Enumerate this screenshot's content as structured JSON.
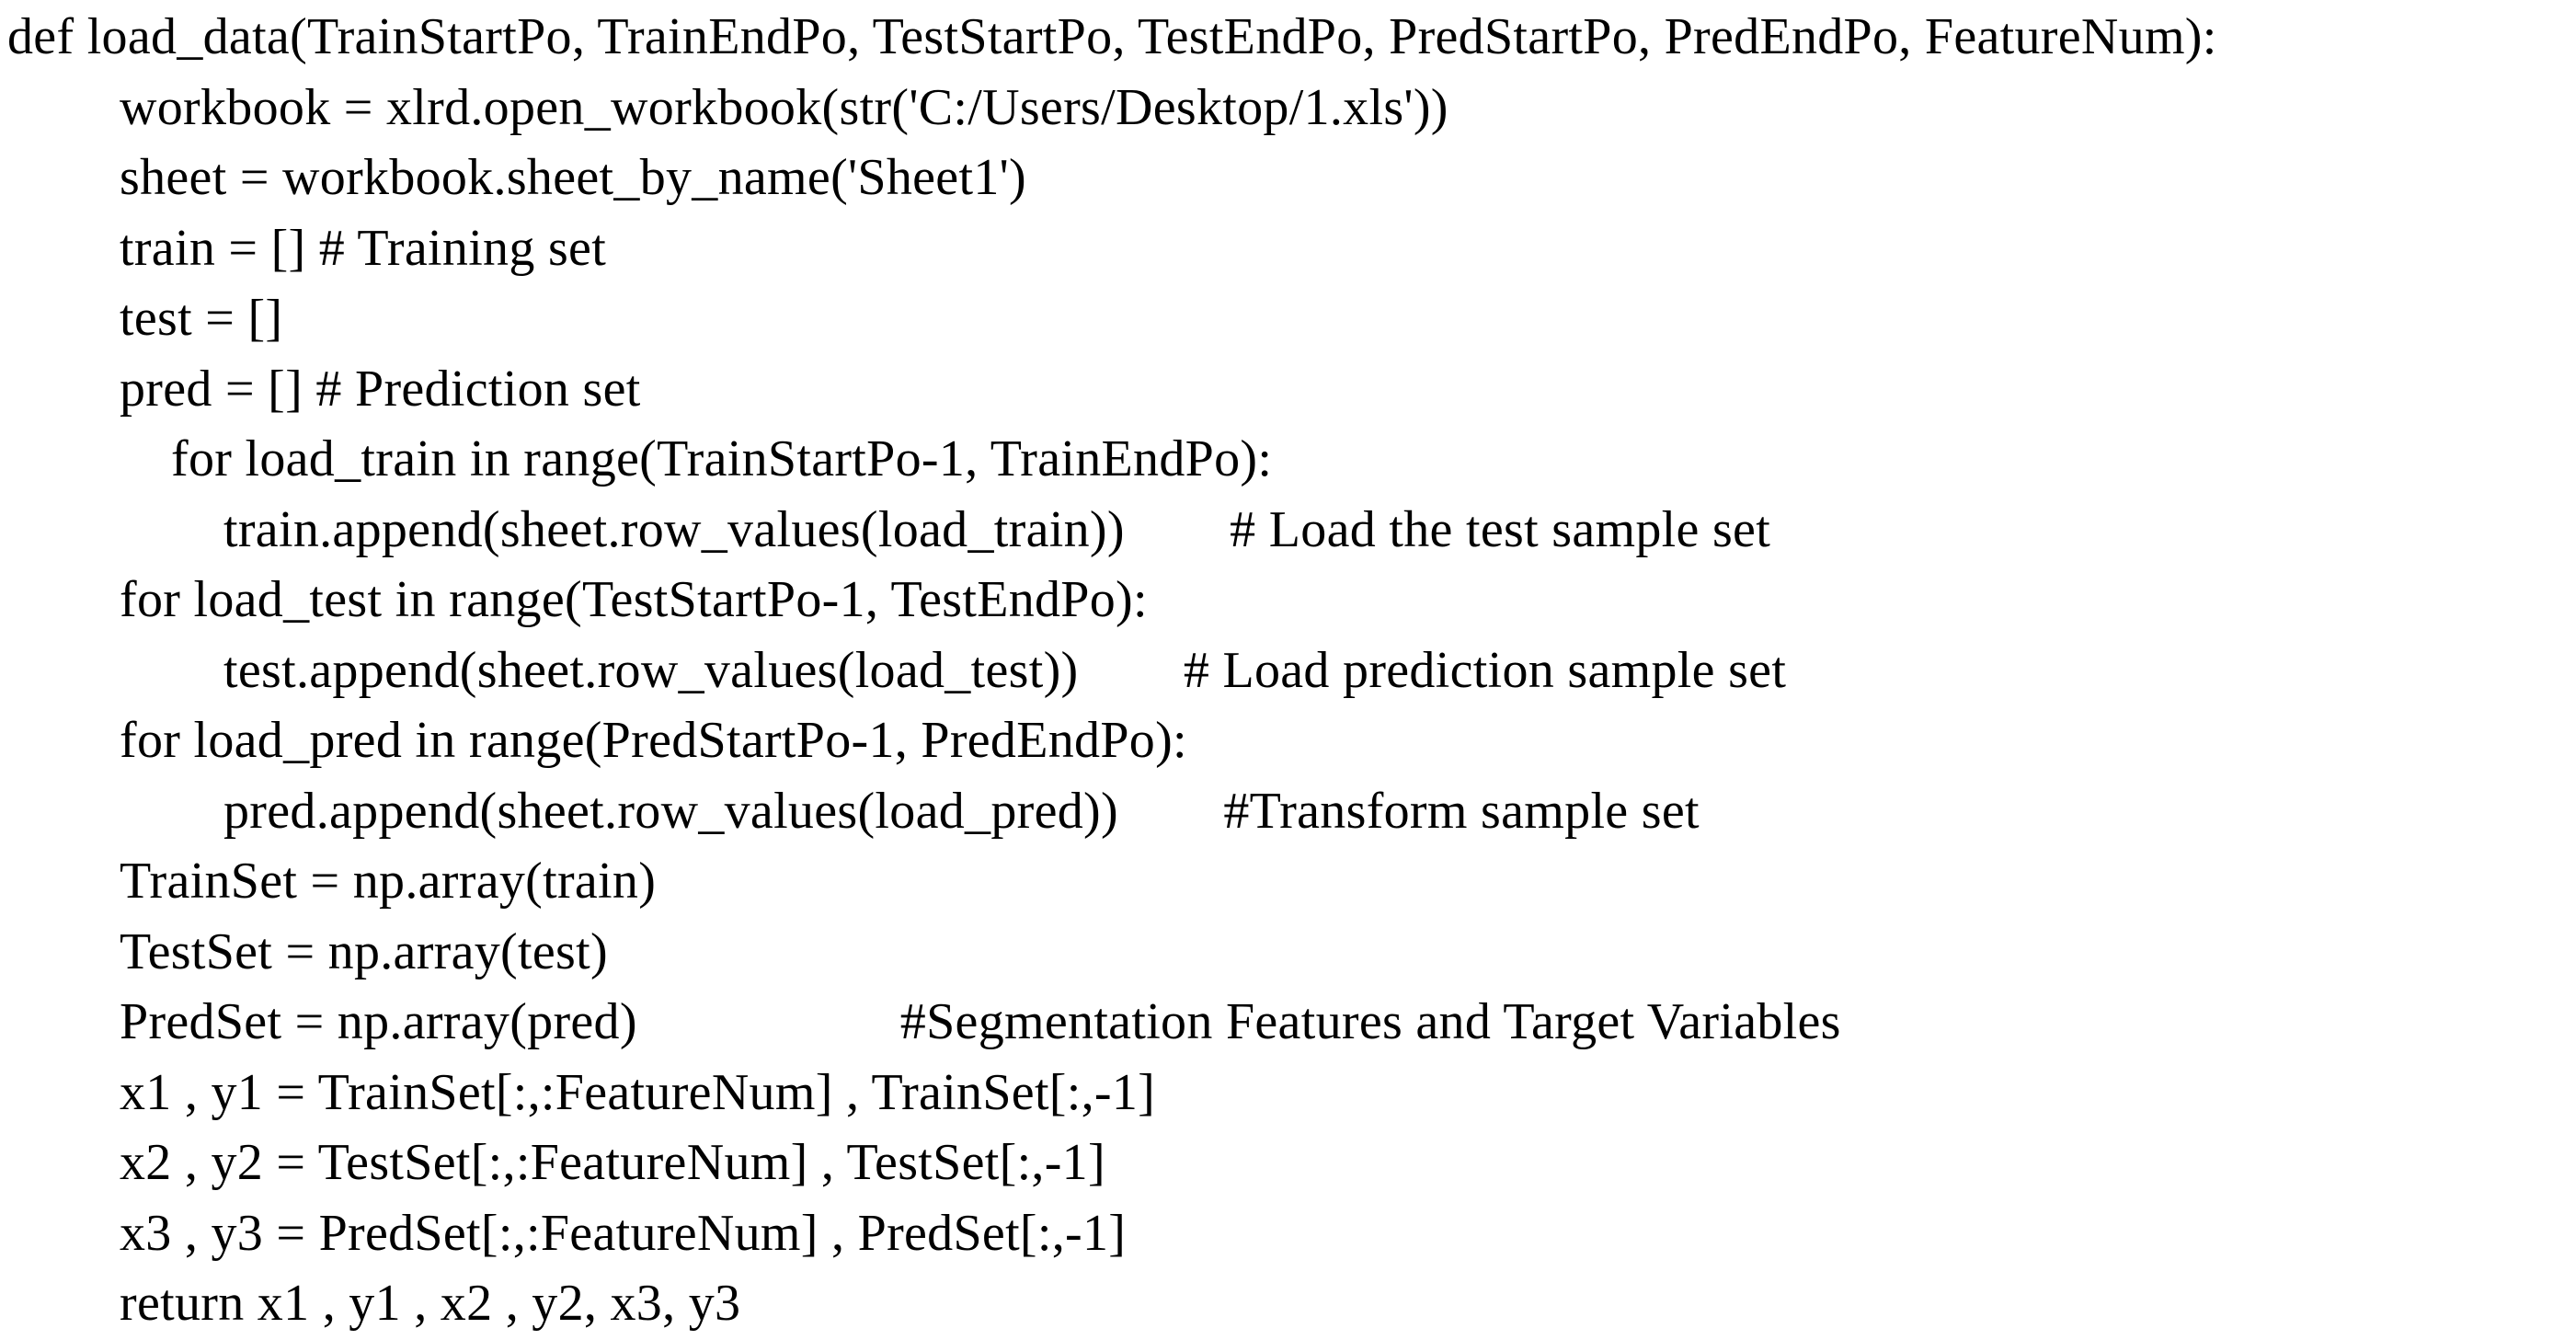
{
  "page": {
    "background": "#ffffff",
    "text_color": "#000000"
  },
  "code_block": {
    "language": "python",
    "function_name": "load_data",
    "lines": [
      {
        "indent": 0,
        "code": "def load_data(TrainStartPo, TrainEndPo, TestStartPo, TestEndPo, PredStartPo, PredEndPo, FeatureNum):",
        "gap_spaces": 0,
        "comment": ""
      },
      {
        "indent": 1,
        "code": "workbook = xlrd.open_workbook(str('C:/Users/Desktop/1.xls'))",
        "gap_spaces": 0,
        "comment": ""
      },
      {
        "indent": 1,
        "code": "sheet = workbook.sheet_by_name('Sheet1')",
        "gap_spaces": 0,
        "comment": ""
      },
      {
        "indent": 1,
        "code": "train = []",
        "gap_spaces": 1,
        "comment": "# Training set"
      },
      {
        "indent": 1,
        "code": "test = []",
        "gap_spaces": 0,
        "comment": ""
      },
      {
        "indent": 1,
        "code": "pred = []",
        "gap_spaces": 1,
        "comment": "# Prediction set"
      },
      {
        "indent": 2,
        "code": "for load_train in range(TrainStartPo-1, TrainEndPo):",
        "gap_spaces": 0,
        "comment": ""
      },
      {
        "indent": 3,
        "code": "train.append(sheet.row_values(load_train))",
        "gap_spaces": 8,
        "comment": "# Load the test sample set"
      },
      {
        "indent": 1,
        "code": "for load_test in range(TestStartPo-1, TestEndPo):",
        "gap_spaces": 0,
        "comment": ""
      },
      {
        "indent": 3,
        "code": "test.append(sheet.row_values(load_test))",
        "gap_spaces": 8,
        "comment": "# Load prediction sample set"
      },
      {
        "indent": 1,
        "code": "for load_pred in range(PredStartPo-1, PredEndPo):",
        "gap_spaces": 0,
        "comment": ""
      },
      {
        "indent": 3,
        "code": "pred.append(sheet.row_values(load_pred))",
        "gap_spaces": 8,
        "comment": "#Transform sample set"
      },
      {
        "indent": 1,
        "code": "TrainSet = np.array(train)",
        "gap_spaces": 0,
        "comment": ""
      },
      {
        "indent": 1,
        "code": "TestSet = np.array(test)",
        "gap_spaces": 0,
        "comment": ""
      },
      {
        "indent": 1,
        "code": "PredSet = np.array(pred)",
        "gap_spaces": 20,
        "comment": "#Segmentation Features and Target Variables"
      },
      {
        "indent": 1,
        "code": "x1 , y1 = TrainSet[:,:FeatureNum] , TrainSet[:,-1]",
        "gap_spaces": 0,
        "comment": ""
      },
      {
        "indent": 1,
        "code": "x2 , y2 = TestSet[:,:FeatureNum] , TestSet[:,-1]",
        "gap_spaces": 0,
        "comment": ""
      },
      {
        "indent": 1,
        "code": "x3 , y3 = PredSet[:,:FeatureNum] , PredSet[:,-1]",
        "gap_spaces": 0,
        "comment": ""
      },
      {
        "indent": 1,
        "code": "return x1 , y1 , x2 , y2, x3, y3",
        "gap_spaces": 0,
        "comment": ""
      }
    ]
  }
}
